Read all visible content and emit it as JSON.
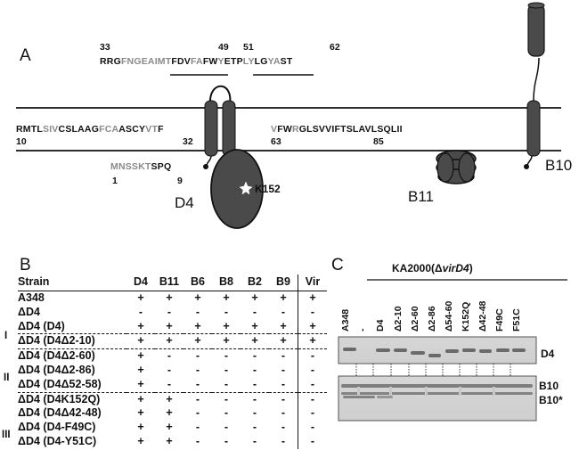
{
  "panel_a": {
    "letter": "A",
    "top_numbers": [
      "33",
      "49",
      "51",
      "62"
    ],
    "loop_seq": [
      {
        "t": "RRG",
        "k": 1
      },
      {
        "t": "FNGEA",
        "k": 0
      },
      {
        "t": "IMT",
        "k": 0
      },
      {
        "t": "FDV",
        "k": 1
      },
      {
        "t": "FA",
        "k": 0
      },
      {
        "t": "FW",
        "k": 1
      },
      {
        "t": "Y",
        "k": 0
      },
      {
        "t": "ETP",
        "k": 1
      },
      {
        "t": "LY",
        "k": 0
      },
      {
        "t": "LG",
        "k": 1
      },
      {
        "t": "YA",
        "k": 0
      },
      {
        "t": "ST",
        "k": 1
      }
    ],
    "tm_seq_left": [
      {
        "t": "R",
        "k": 1
      },
      {
        "t": "MTL",
        "k": 1
      },
      {
        "t": "SIV",
        "k": 0
      },
      {
        "t": "C",
        "k": 1
      },
      {
        "t": "SLA",
        "k": 1
      },
      {
        "t": "AG",
        "k": 1
      },
      {
        "t": "FCA",
        "k": 0
      },
      {
        "t": "ASCY",
        "k": 1
      },
      {
        "t": "VT",
        "k": 0
      },
      {
        "t": "F",
        "k": 1
      }
    ],
    "tm_seq_right": [
      {
        "t": "V",
        "k": 0
      },
      {
        "t": "FW",
        "k": 1
      },
      {
        "t": "R",
        "k": 0
      },
      {
        "t": "GLSV",
        "k": 1
      },
      {
        "t": "VI",
        "k": 1
      },
      {
        "t": "FT",
        "k": 1
      },
      {
        "t": "SLA",
        "k": 1
      },
      {
        "t": "VLSQLII",
        "k": 1
      }
    ],
    "bottom_numbers": [
      "10",
      "32",
      "63",
      "85"
    ],
    "n_term_seq": [
      {
        "t": "MNSSKT",
        "k": 0
      },
      {
        "t": "SPQ",
        "k": 1
      }
    ],
    "n_term_numbers": [
      "1",
      "9"
    ],
    "d4_label": "D4",
    "k152_label": "K152",
    "b11_label": "B11",
    "b10_label": "B10"
  },
  "panel_b": {
    "letter": "B",
    "columns": [
      "Strain",
      "D4",
      "B11",
      "B6",
      "B8",
      "B2",
      "B9",
      "Vir"
    ],
    "rows": [
      {
        "name": "A348",
        "values": [
          "+",
          "+",
          "+",
          "+",
          "+",
          "+",
          "+"
        ]
      },
      {
        "name": "ΔD4",
        "values": [
          "-",
          "-",
          "-",
          "-",
          "-",
          "-",
          "-"
        ]
      },
      {
        "name": "ΔD4 (D4)",
        "values": [
          "+",
          "+",
          "+",
          "+",
          "+",
          "+",
          "+"
        ]
      },
      {
        "name": "ΔD4 (D4Δ2-10)",
        "values": [
          "+",
          "+",
          "+",
          "+",
          "+",
          "+",
          "+"
        ]
      },
      {
        "name": "ΔD4 (D4Δ2-60)",
        "values": [
          "+",
          "-",
          "-",
          "-",
          "-",
          "-",
          "-"
        ]
      },
      {
        "name": "ΔD4 (D4Δ2-86)",
        "values": [
          "+",
          "-",
          "-",
          "-",
          "-",
          "-",
          "-"
        ]
      },
      {
        "name": "ΔD4 (D4Δ52-58)",
        "values": [
          "+",
          "-",
          "-",
          "-",
          "-",
          "-",
          "-"
        ]
      },
      {
        "name": "ΔD4 (D4K152Q)",
        "values": [
          "+",
          "+",
          "-",
          "-",
          "-",
          "-",
          "-"
        ]
      },
      {
        "name": "ΔD4 (D4Δ42-48)",
        "values": [
          "+",
          "+",
          "-",
          "-",
          "-",
          "-",
          "-"
        ]
      },
      {
        "name": "ΔD4 (D4-F49C)",
        "values": [
          "+",
          "+",
          "-",
          "-",
          "-",
          "-",
          "-"
        ]
      },
      {
        "name": "ΔD4 (D4-Y51C)",
        "values": [
          "+",
          "+",
          "-",
          "-",
          "-",
          "-",
          "-"
        ]
      }
    ],
    "groups": [
      "I",
      "II",
      "III"
    ]
  },
  "panel_c": {
    "letter": "C",
    "strain_title": "KA2000(ΔvirD4)",
    "strain_title_prefix": "KA2000(Δ",
    "strain_title_italic": "virD4",
    "strain_title_suffix": ")",
    "lanes": [
      "A348",
      "-",
      "D4",
      "Δ2-10",
      "Δ2-60",
      "Δ2-86",
      "Δ54-60",
      "K152Q",
      "Δ42-48",
      "F49C",
      "F51C"
    ],
    "blot_labels": [
      "D4",
      "B10",
      "B10*"
    ]
  }
}
